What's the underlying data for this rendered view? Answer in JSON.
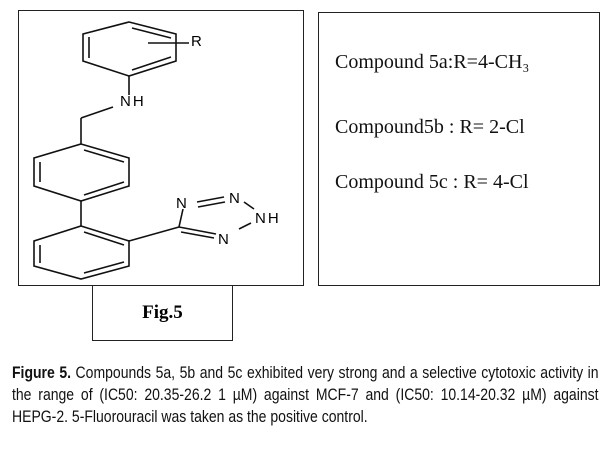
{
  "structure": {
    "r_label": "R",
    "nh_label": "NH",
    "tetrazole_n1": "N",
    "tetrazole_n2": "N",
    "tetrazole_nh": "NH",
    "tetrazole_n3": "N"
  },
  "compounds": [
    "Compound 5a:R=4-CH₃",
    "Compound5b : R= 2-Cl",
    "Compound 5c : R= 4-Cl"
  ],
  "fig_label": "Fig.5",
  "caption": {
    "label": "Figure 5.",
    "text": " Compounds 5a, 5b and 5c exhibited very strong and a selective cytotoxic activity in the range of (IC50: 20.35-26.2 1 µM) against MCF-7 and (IC50: 10.14-20.32 µM) against HEPG-2. 5-Fluorouracil was taken as the positive control."
  }
}
